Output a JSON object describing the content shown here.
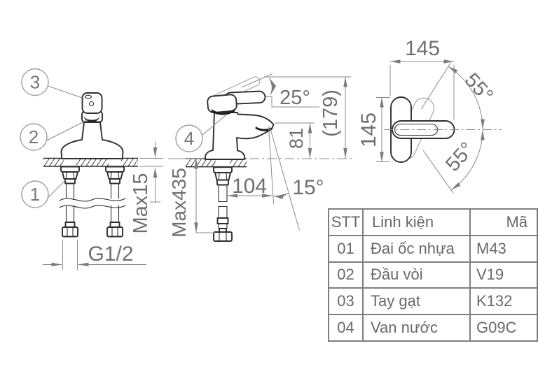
{
  "front_view": {
    "callout_1": "1",
    "callout_2": "2",
    "callout_3": "3",
    "dim_deck_thickness": "Max15",
    "dim_thread": "G1/2"
  },
  "side_view": {
    "callout_4": "4",
    "dim_handle_angle": "25°",
    "dim_overall_height": "(179)",
    "dim_spout_height": "81",
    "dim_spout_reach": "104",
    "dim_stream_angle": "15°",
    "dim_hose_length": "Max435"
  },
  "top_view": {
    "dim_width": "145",
    "dim_depth": "145",
    "dim_swing_upper": "55°",
    "dim_swing_lower": "55°"
  },
  "parts_table": {
    "headers": {
      "stt": "STT",
      "part": "Linh kiện",
      "code": "Mã"
    },
    "rows": [
      {
        "stt": "01",
        "part": "Đai ốc nhựa",
        "code": "M43"
      },
      {
        "stt": "02",
        "part": "Đầu vòi",
        "code": "V19"
      },
      {
        "stt": "03",
        "part": "Tay gạt",
        "code": "K132"
      },
      {
        "stt": "04",
        "part": "Van nước",
        "code": "G09C"
      }
    ]
  },
  "colors": {
    "line": "#2e2e2e",
    "dimension": "#8b8b8b",
    "text": "#6f6f6f",
    "table_border": "#7e7e7e",
    "background": "#ffffff"
  }
}
